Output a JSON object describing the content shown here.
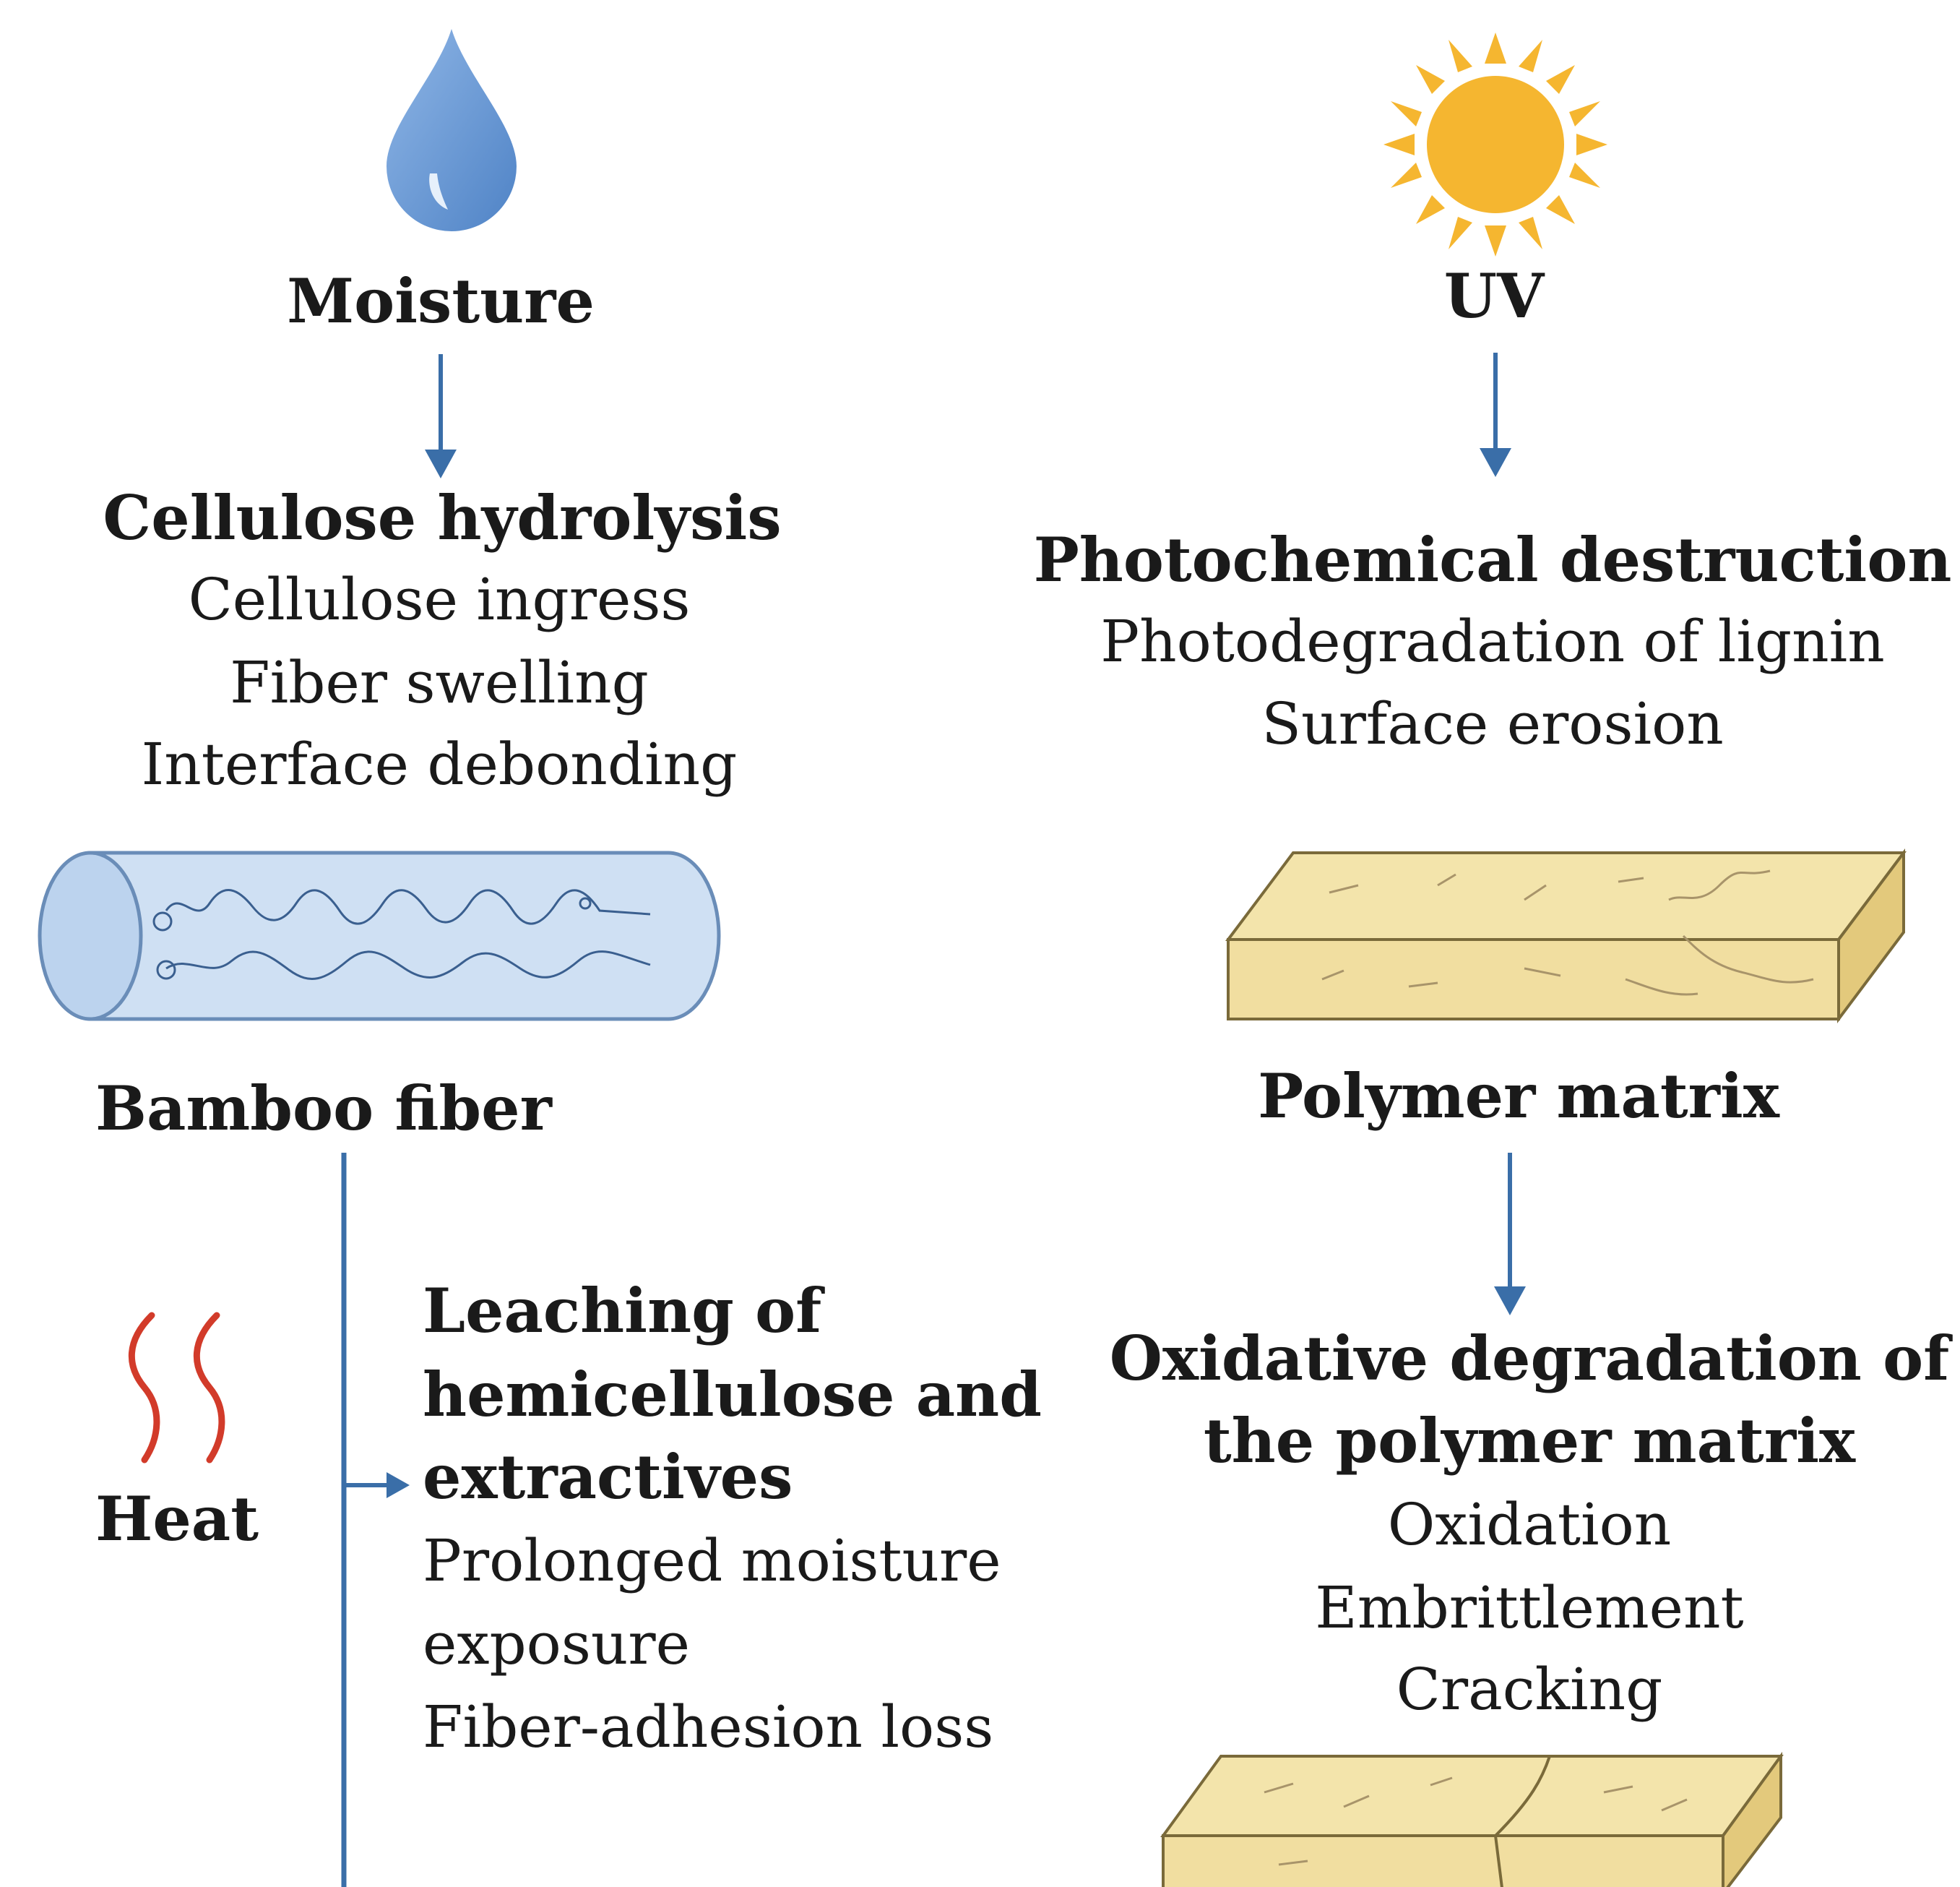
{
  "moisture": {
    "label": "Moisture",
    "icon": "water-drop-icon",
    "color": "#5b8fcf",
    "heading": "Cellulose hydrolysis",
    "lines": [
      "Cellulose ingress",
      "Fiber swelling",
      "Interface debonding"
    ]
  },
  "uv": {
    "label": "UV",
    "icon": "sun-icon",
    "color": "#f5b630",
    "heading": "Photochemical destruction",
    "lines": [
      "Photodegradation of lignin",
      "Surface erosion"
    ]
  },
  "bamboo": {
    "label": "Bamboo fiber",
    "icon": "bamboo-fiber-tube-icon"
  },
  "polymer": {
    "label": "Polymer matrix",
    "icon": "polymer-block-icon",
    "heading_lines": [
      "Oxidative degradation of",
      "the polymer matrix"
    ],
    "lines": [
      "Oxidation",
      "Embrittlement",
      "Cracking"
    ]
  },
  "heat": {
    "label": "Heat",
    "icon": "heat-waves-icon",
    "color": "#d23b2a",
    "heading_lines": [
      "Leaching of",
      "hemicellulose and",
      "extractives"
    ],
    "lines": [
      "Prolonged moisture",
      "exposure",
      "Fiber-adhesion loss"
    ]
  },
  "arrow_color": "#3a6ea8"
}
